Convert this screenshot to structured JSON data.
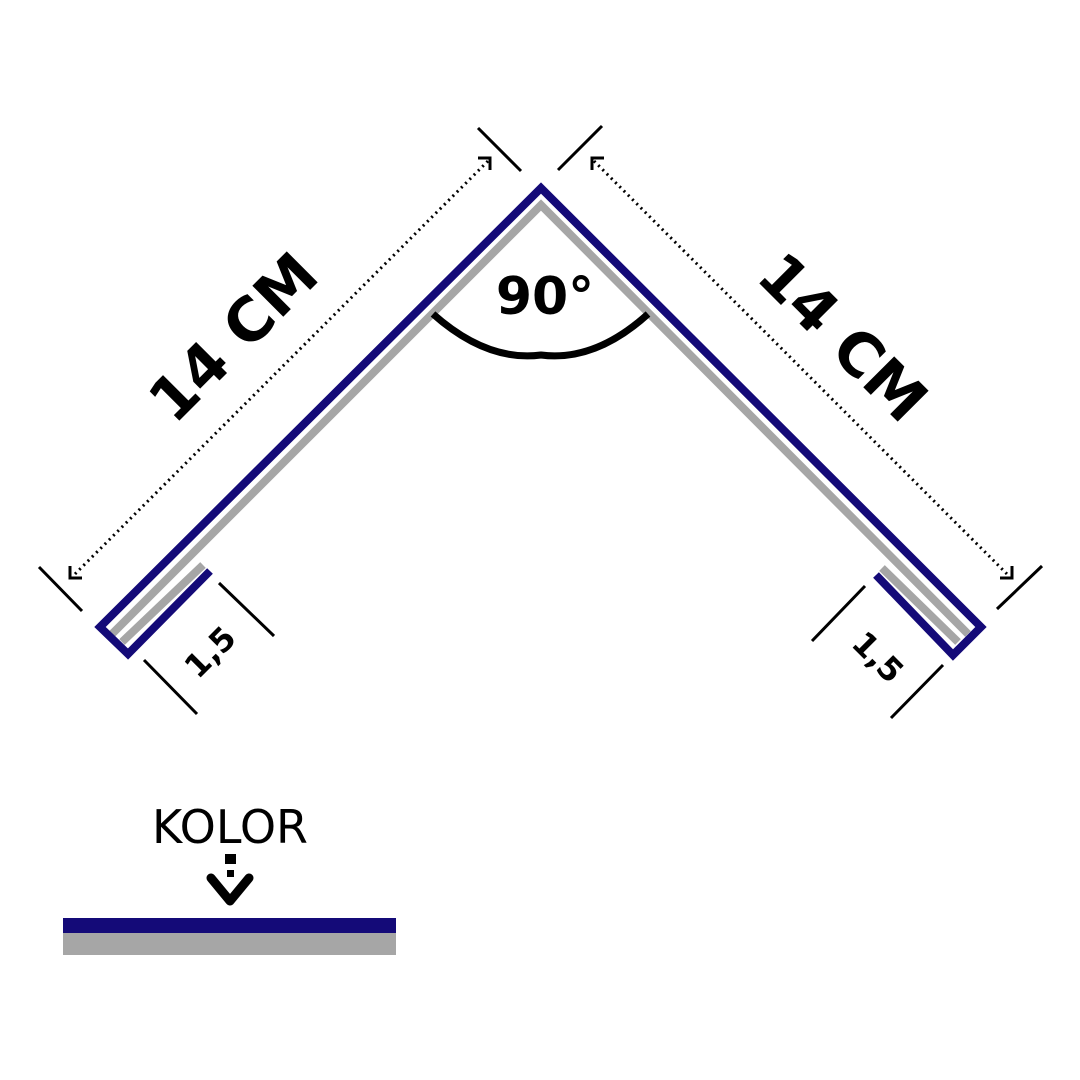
{
  "diagram": {
    "angle_label": "90°",
    "left_length_label": "14 CM",
    "right_length_label": "14 CM",
    "left_hem_label": "1,5",
    "right_hem_label": "1,5",
    "color_label": "KOLOR"
  },
  "colors": {
    "profile": "#140a78",
    "underside": "#a6a6a6",
    "lines": "#000000"
  }
}
